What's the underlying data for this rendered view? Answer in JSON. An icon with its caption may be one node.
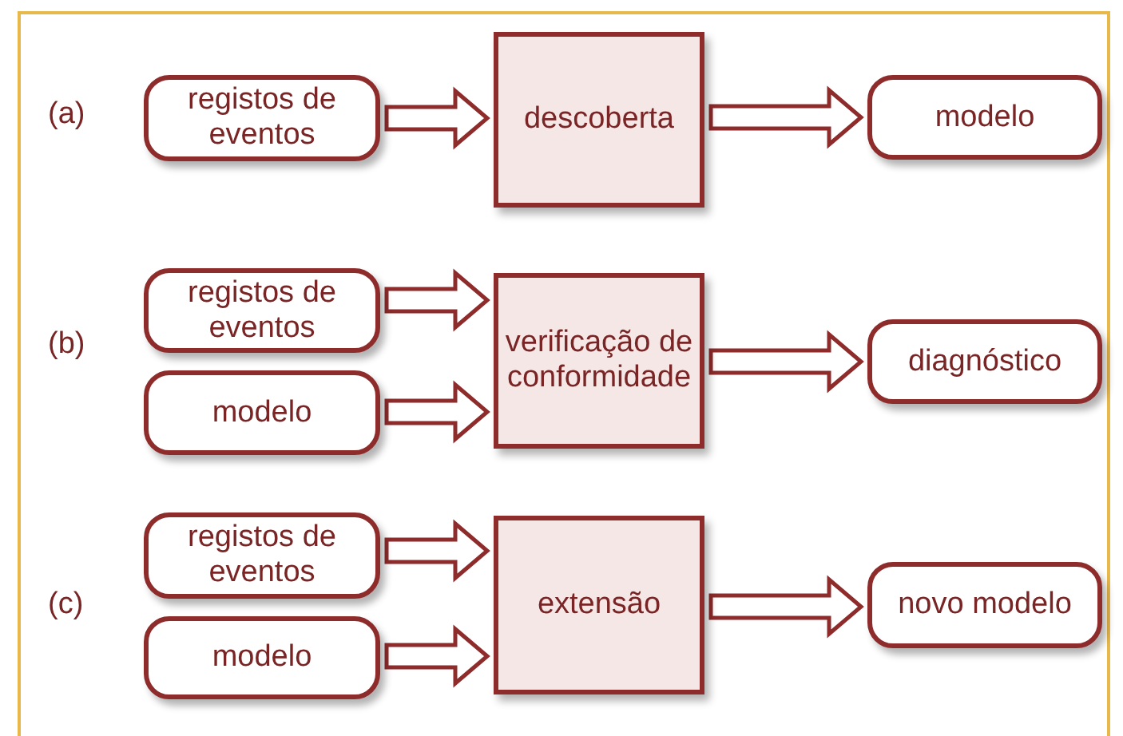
{
  "diagram": {
    "nodes": [
      {
        "text": [
          "registos de eventos"
        ]
      },
      {
        "text": [
          "descoberta"
        ]
      },
      {
        "text": [
          "modelo"
        ]
      },
      {
        "text": [
          "registos de eventos"
        ]
      },
      {
        "text": [
          "modelo"
        ]
      },
      {
        "text": [
          "verificação de conformidade"
        ]
      },
      {
        "text": [
          "diagnóstico"
        ]
      },
      {
        "text": [
          "registos de eventos"
        ]
      },
      {
        "text": [
          "modelo"
        ]
      },
      {
        "text": [
          "extensão"
        ]
      },
      {
        "text": [
          "novo modelo"
        ]
      }
    ],
    "edges": [
      {
        "from": 0,
        "to": 1,
        "arrow": "to"
      },
      {
        "from": 1,
        "to": 2,
        "arrow": "to"
      },
      {
        "from": 3,
        "to": 5,
        "arrow": "to"
      },
      {
        "from": 4,
        "to": 5,
        "arrow": "to"
      },
      {
        "from": 5,
        "to": 6,
        "arrow": "to"
      },
      {
        "from": 7,
        "to": 9,
        "arrow": "to"
      },
      {
        "from": 8,
        "to": 9,
        "arrow": "to"
      },
      {
        "from": 9,
        "to": 10,
        "arrow": "to"
      }
    ],
    "labels": [
      "(a)",
      "(b)",
      "(c)"
    ]
  }
}
